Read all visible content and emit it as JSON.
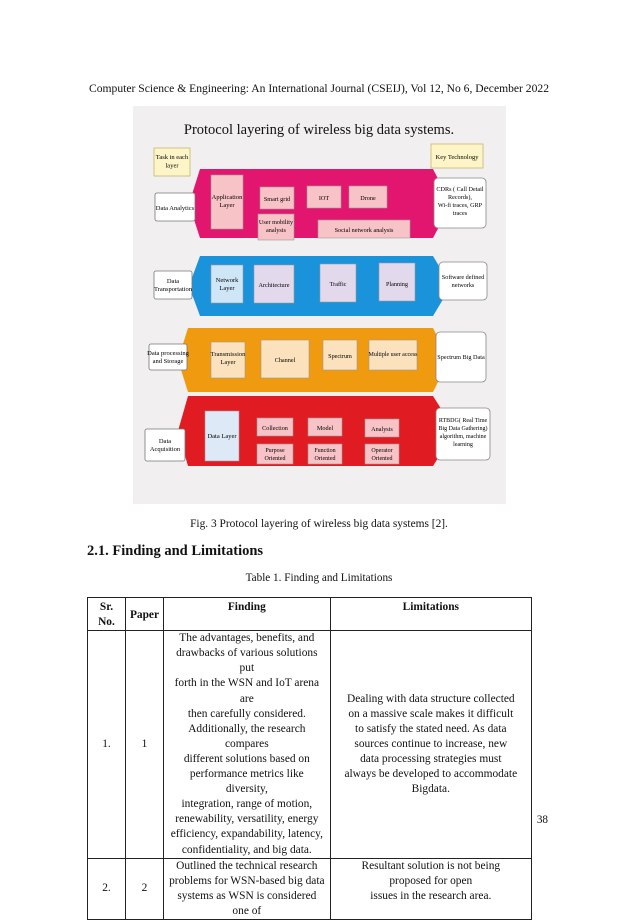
{
  "header": "Computer Science & Engineering: An International Journal (CSEIJ), Vol 12, No 6, December 2022",
  "figure": {
    "title": "Protocol layering of wireless big data systems.",
    "task_label": [
      "Task in each",
      "layer"
    ],
    "key_tech_label": "Key Technology",
    "rows": [
      {
        "task": [
          "Data Analytics"
        ],
        "layer": [
          "Application",
          "Layer"
        ],
        "items": [
          [
            "Smart grid"
          ],
          [
            "IOT"
          ],
          [
            "Drone"
          ],
          [
            "User mobility",
            "analysis"
          ],
          [
            "Social network analysis"
          ]
        ],
        "tech": [
          "CDRs ( Call Detail",
          "Records),",
          "Wi-fi traces, GRP",
          "traces"
        ],
        "color": "#e3166f"
      },
      {
        "task": [
          "Data",
          "Transportation"
        ],
        "layer": [
          "Network",
          "Layer"
        ],
        "items": [
          [
            "Architecture"
          ],
          [
            "Traffic"
          ],
          [
            "Planning"
          ]
        ],
        "tech": [
          "Software defined",
          "networks"
        ],
        "color": "#1b93db"
      },
      {
        "task": [
          "Data processing",
          "and Storage"
        ],
        "layer": [
          "Transmission",
          "Layer"
        ],
        "items": [
          [
            "Channel"
          ],
          [
            "Spectrum"
          ],
          [
            "Multiple user access"
          ]
        ],
        "tech": [
          "Spectrum Big Data"
        ],
        "color": "#f09a10"
      },
      {
        "task": [
          "Data",
          "Acquisition"
        ],
        "layer": [
          "Data Layer"
        ],
        "items": [
          [
            "Collection"
          ],
          [
            "Model"
          ],
          [
            "Analysis"
          ],
          [
            "Purpose",
            "Oriented"
          ],
          [
            "Function",
            "Oriented"
          ],
          [
            "Operator",
            "Oriented"
          ]
        ],
        "tech": [
          "RTBDG( Real Time",
          "Big Data Gathering)",
          "algorithm, machine",
          "learning"
        ],
        "color": "#e01b22"
      }
    ]
  },
  "caption": "Fig. 3 Protocol layering of wireless big data systems [2].",
  "section_title": "2.1. Finding and Limitations",
  "table_caption": "Table 1.  Finding and Limitations",
  "table": {
    "headers": {
      "sr": [
        "Sr.",
        "No."
      ],
      "paper": "Paper",
      "finding": "Finding",
      "limitations": "Limitations"
    },
    "rows": [
      {
        "sr": "1.",
        "paper": "1",
        "finding": [
          "The advantages, benefits, and",
          "drawbacks of various solutions put",
          "forth in the WSN and IoT arena are",
          "then carefully considered.",
          "Additionally, the research compares",
          "different solutions based on",
          "performance metrics like diversity,",
          "integration, range of motion,",
          "renewability, versatility, energy",
          "efficiency, expandability, latency,",
          "confidentiality, and big data."
        ],
        "limitations": [
          "Dealing with data structure collected",
          "on a massive scale makes it difficult",
          "to satisfy the stated need. As data",
          "sources continue to increase, new",
          "data processing strategies must",
          "always be developed to accommodate",
          "Bigdata."
        ]
      },
      {
        "sr": "2.",
        "paper": "2",
        "finding": [
          "Outlined the technical research",
          "problems for WSN-based big data",
          "systems as WSN is considered one of"
        ],
        "limitations": [
          "Resultant solution is not being",
          "proposed for open",
          "issues in the research area."
        ]
      }
    ]
  },
  "page_number": "38"
}
